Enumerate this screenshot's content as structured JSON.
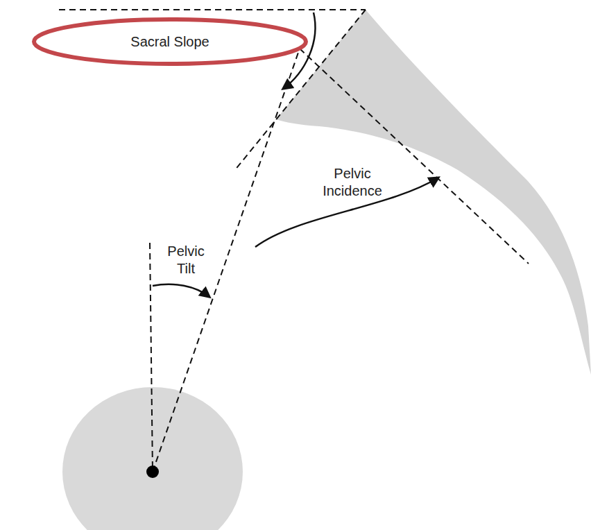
{
  "diagram": {
    "nodes": [
      {
        "text": [
          "Sacral Slope"
        ]
      }
    ],
    "labels": [
      "Pelvic Incidence",
      "Pelvic Tilt"
    ]
  }
}
